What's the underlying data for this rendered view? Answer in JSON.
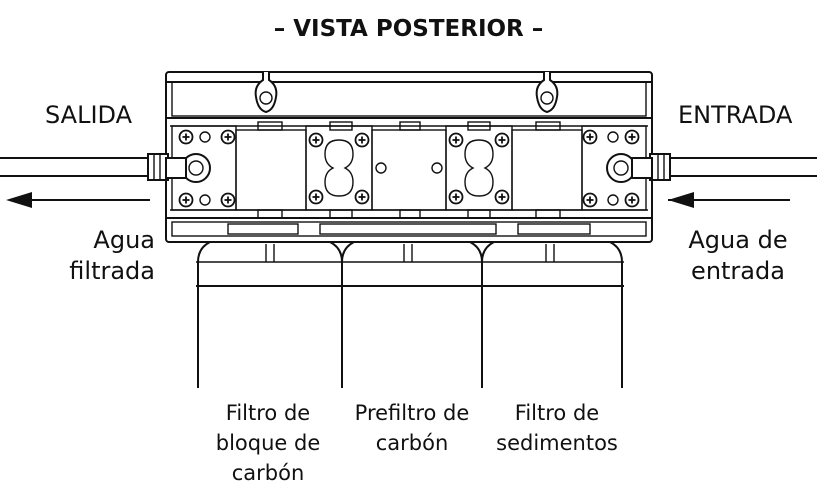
{
  "diagram": {
    "title": "– VISTA POSTERIOR –",
    "outlet_label": "SALIDA",
    "inlet_label": "ENTRADA",
    "outlet_flow_label": "Agua\nfiltrada",
    "inlet_flow_label": "Agua de\nentrada",
    "filters": [
      {
        "label": "Filtro de\nbloque de\ncarbón"
      },
      {
        "label": "Prefiltro de\ncarbón"
      },
      {
        "label": "Filtro de\nsedimentos"
      }
    ]
  }
}
